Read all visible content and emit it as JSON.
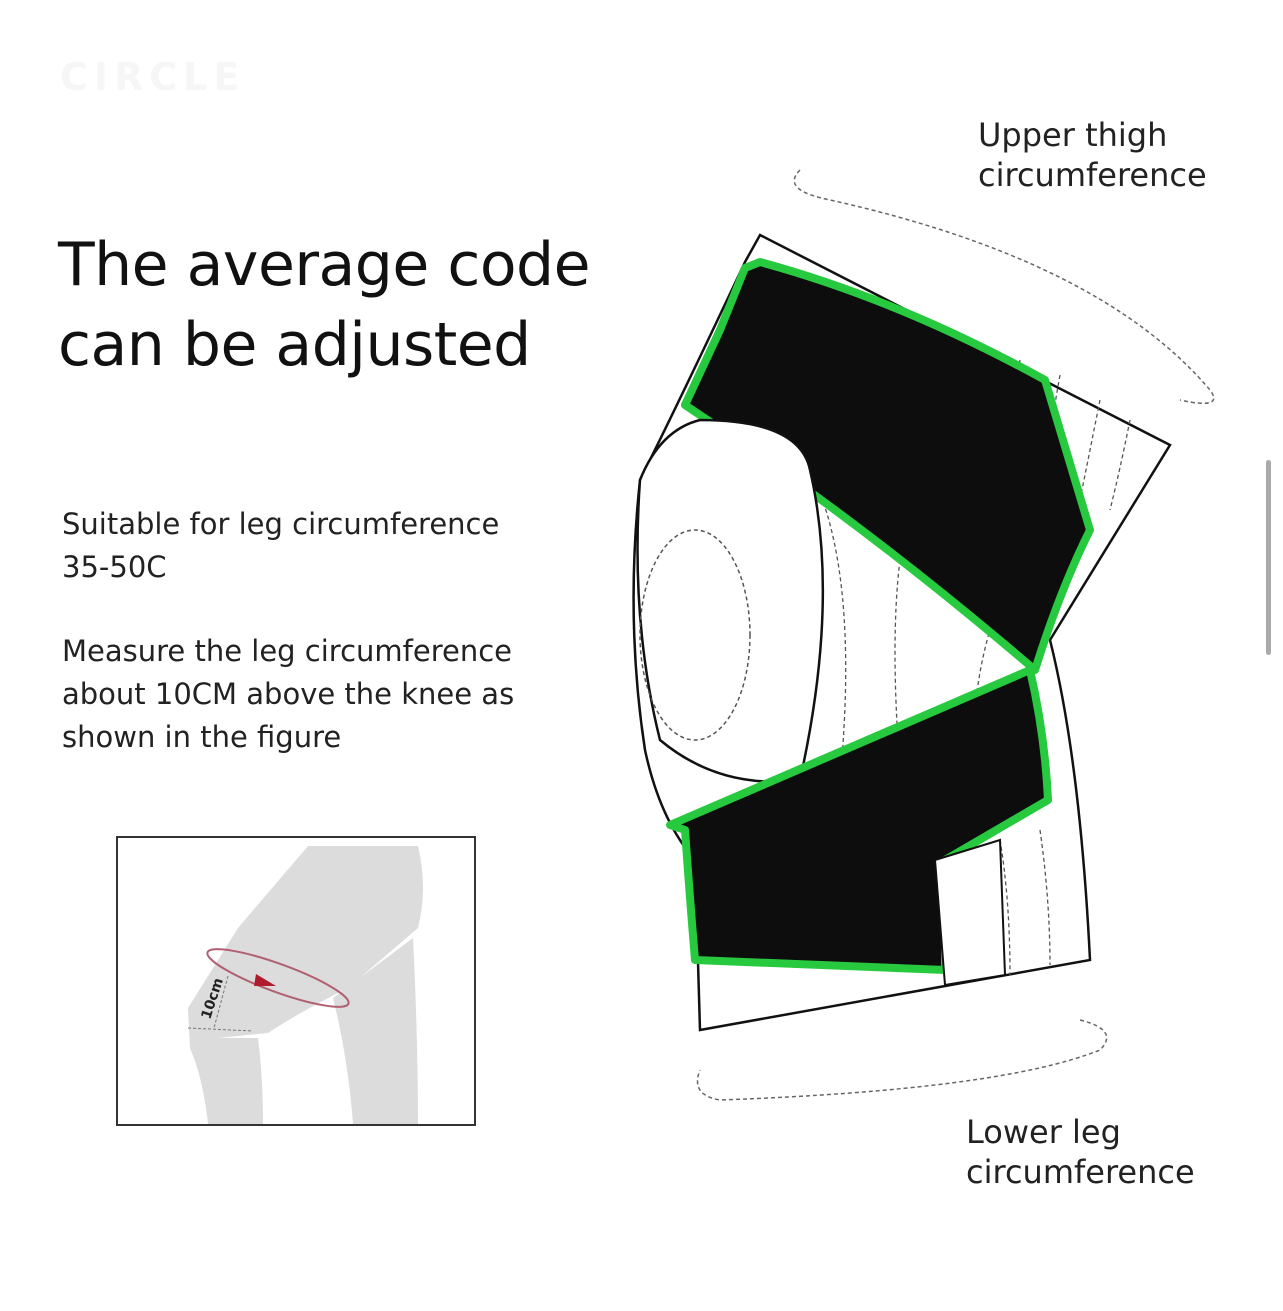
{
  "watermark": "CIRCLE",
  "headline": {
    "line1": "The average code",
    "line2": "can be adjusted"
  },
  "suitable": {
    "line1": "Suitable for leg circumference",
    "line2": "35-50C"
  },
  "measure": {
    "line1": "Measure the leg circumference",
    "line2": "about 10CM above the knee as",
    "line3": "shown in the figure"
  },
  "labels": {
    "upper": {
      "line1": "Upper thigh",
      "line2": "circumference"
    },
    "lower": {
      "line1": "Lower leg",
      "line2": "circumference"
    }
  },
  "figure": {
    "measurement": "10cm"
  },
  "colors": {
    "strap": "#0d0d0d",
    "accent_green": "#27c93f",
    "arrow": "#b01c2e",
    "silhouette": "#dcdcdc"
  }
}
